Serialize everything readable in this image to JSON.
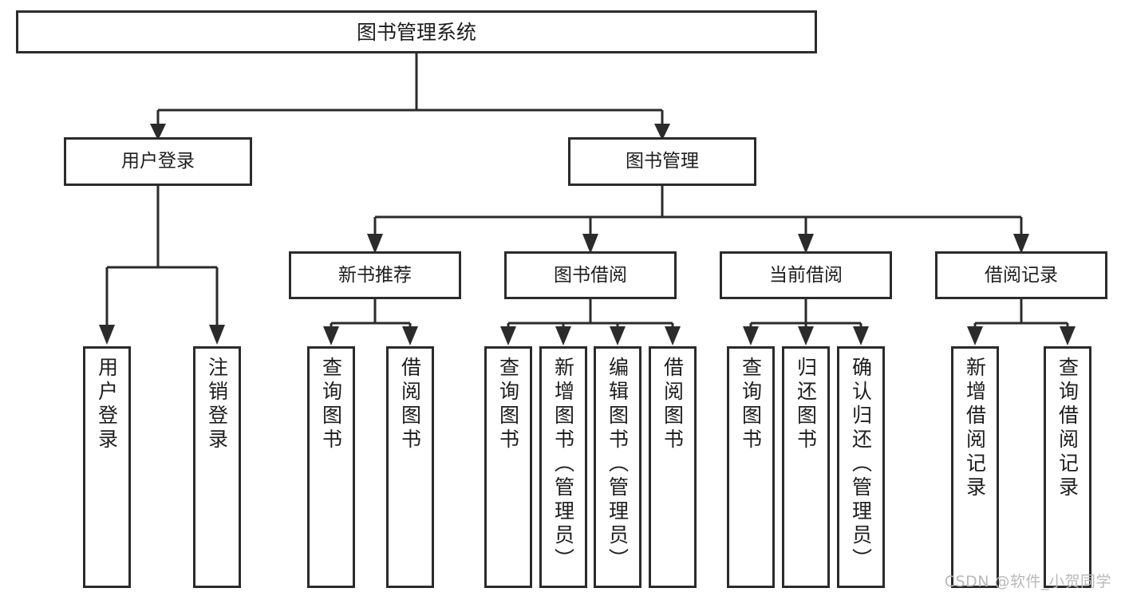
{
  "diagram": {
    "title": "图书管理系统",
    "root": {
      "label": "图书管理系统"
    },
    "level2": [
      {
        "label": "用户登录"
      },
      {
        "label": "图书管理"
      }
    ],
    "level3": [
      {
        "label": "新书推荐"
      },
      {
        "label": "图书借阅"
      },
      {
        "label": "当前借阅"
      },
      {
        "label": "借阅记录"
      }
    ],
    "leaves": {
      "user_login": [
        {
          "label": "用户登录"
        },
        {
          "label": "注销登录"
        }
      ],
      "new_book_recommend": [
        {
          "label": "查询图书"
        },
        {
          "label": "借阅图书"
        }
      ],
      "book_borrow": [
        {
          "label": "查询图书"
        },
        {
          "label": "新增图书（管理员）"
        },
        {
          "label": "编辑图书（管理员）"
        },
        {
          "label": "借阅图书"
        }
      ],
      "current_borrow": [
        {
          "label": "查询图书"
        },
        {
          "label": "归还图书"
        },
        {
          "label": "确认归还（管理员）"
        }
      ],
      "borrow_record": [
        {
          "label": "新增借阅记录"
        },
        {
          "label": "查询借阅记录"
        }
      ]
    },
    "watermark": "CSDN @软件_小贺同学",
    "colors": {
      "stroke": "#2b2b2b",
      "box_fill": "#ffffff",
      "text": "#1d1d1d",
      "watermark": "#b9b9b9",
      "background": "#ffffff"
    }
  }
}
